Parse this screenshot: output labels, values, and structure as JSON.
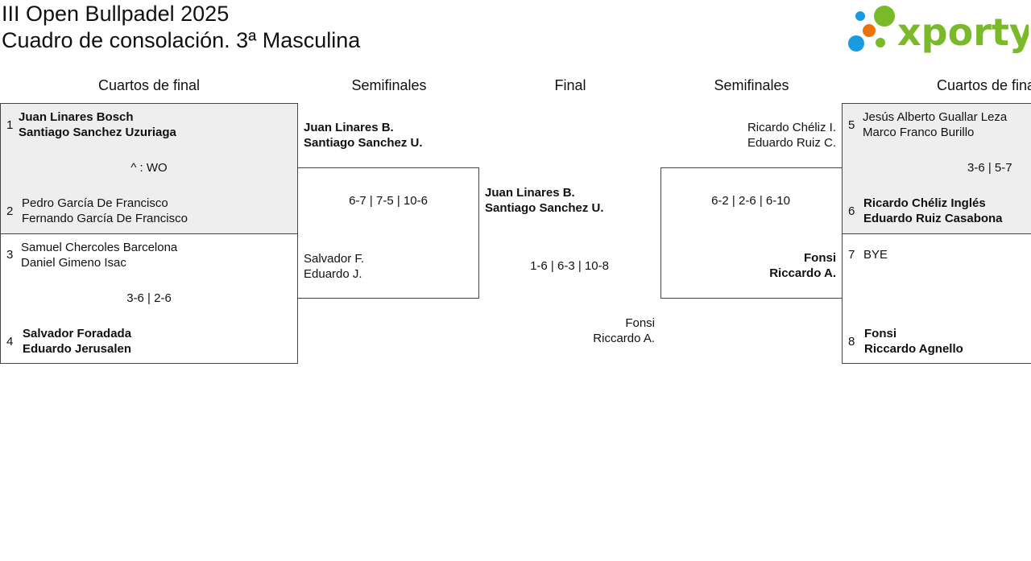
{
  "header": {
    "title": "III Open Bullpadel 2025",
    "subtitle": "Cuadro de consolación. 3ª Masculina",
    "logo_text": "xporty"
  },
  "rounds": {
    "qf_left": "Cuartos de final",
    "sf_left": "Semifinales",
    "final": "Final",
    "sf_right": "Semifinales",
    "qf_right": "Cuartos de final"
  },
  "qf_left": {
    "m1": {
      "s1": "1",
      "p1a": "Juan Linares Bosch",
      "p1b": "Santiago Sanchez Uzuriaga",
      "score": "^ : WO",
      "s2": "2",
      "p2a": "Pedro García De Francisco",
      "p2b": "Fernando García De Francisco"
    },
    "m2": {
      "s1": "3",
      "p1a": "Samuel Chercoles Barcelona",
      "p1b": "Daniel Gimeno Isac",
      "score": "3-6 | 2-6",
      "s2": "4",
      "p2a": "Salvador Foradada",
      "p2b": "Eduardo Jerusalen"
    }
  },
  "sf_left": {
    "t1a": "Juan Linares B.",
    "t1b": "Santiago Sanchez U.",
    "score": "6-7 | 7-5 | 10-6",
    "t2a": "Salvador F.",
    "t2b": "Eduardo J."
  },
  "final": {
    "t1a": "Juan Linares B.",
    "t1b": "Santiago Sanchez U.",
    "score": "1-6 | 6-3 | 10-8",
    "t2a": "Fonsi",
    "t2b": "Riccardo A."
  },
  "sf_right": {
    "t1a": "Ricardo Chéliz I.",
    "t1b": "Eduardo Ruiz C.",
    "score": "6-2 | 2-6 | 6-10",
    "t2a": "Fonsi",
    "t2b": "Riccardo A."
  },
  "qf_right": {
    "m1": {
      "s1": "5",
      "p1a": "Jesús Alberto Guallar Leza",
      "p1b": "Marco Franco Burillo",
      "score": "3-6 | 5-7",
      "s2": "6",
      "p2a": "Ricardo Chéliz Inglés",
      "p2b": "Eduardo Ruiz Casabona"
    },
    "m2": {
      "s1": "7",
      "p1a": "BYE",
      "score": "",
      "s2": "8",
      "p2a": "Fonsi",
      "p2b": "Riccardo Agnello"
    }
  }
}
